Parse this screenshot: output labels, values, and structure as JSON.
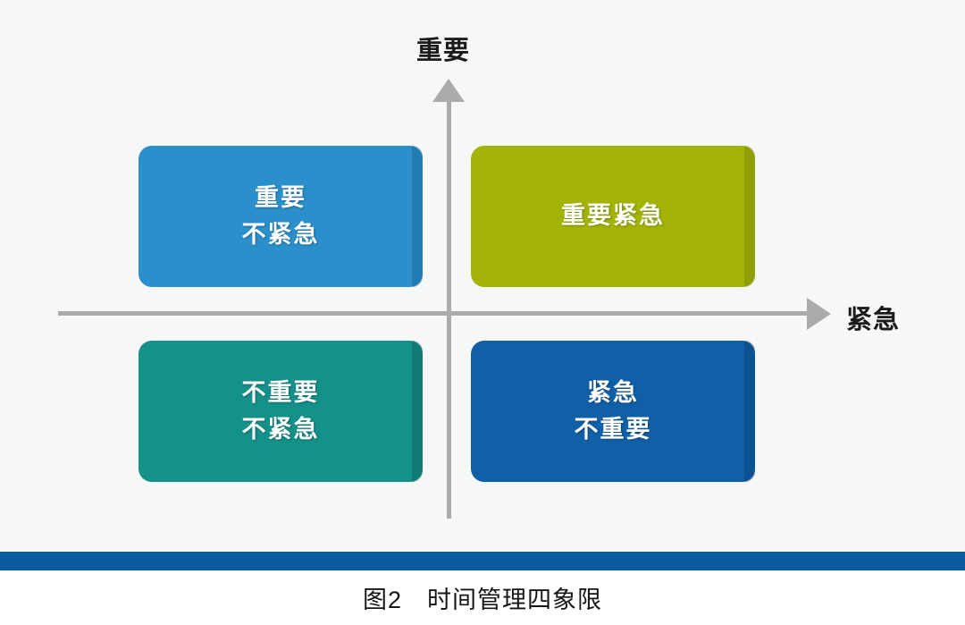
{
  "figure": {
    "caption": "图2　时间管理四象限",
    "caption_number": "图2",
    "caption_title": "时间管理四象限",
    "background_color": "#f6f7f7",
    "rule_color": "#0a5ba0"
  },
  "axes": {
    "vertical": {
      "label": "重要",
      "arrow": "arrow-up",
      "color": "#aaabab"
    },
    "horizontal": {
      "label": "紧急",
      "arrow": "arrow-right",
      "color": "#aaabab"
    }
  },
  "quadrants": [
    {
      "id": "important-not-urgent",
      "position": "top-left",
      "lines": [
        "重要",
        "不紧急"
      ],
      "color": "#2b8fcc",
      "shadow_color": "#1b6e9e"
    },
    {
      "id": "important-urgent",
      "position": "top-right",
      "lines": [
        "重要紧急"
      ],
      "color": "#a3b406",
      "shadow_color": "#7f8c04"
    },
    {
      "id": "not-important-not-urgent",
      "position": "bottom-left",
      "lines": [
        "不重要",
        "不紧急"
      ],
      "color": "#149189",
      "shadow_color": "#0d6a64"
    },
    {
      "id": "urgent-not-important",
      "position": "bottom-right",
      "lines": [
        "紧急",
        "不重要"
      ],
      "color": "#1060a8",
      "shadow_color": "#0a4680"
    }
  ],
  "chart_data": {
    "type": "diagram",
    "title": "时间管理四象限",
    "xlabel": "紧急",
    "ylabel": "重要",
    "quadrant_labels": {
      "top_left": "重要 / 不紧急",
      "top_right": "重要紧急",
      "bottom_left": "不重要 / 不紧急",
      "bottom_right": "紧急 / 不重要"
    }
  }
}
